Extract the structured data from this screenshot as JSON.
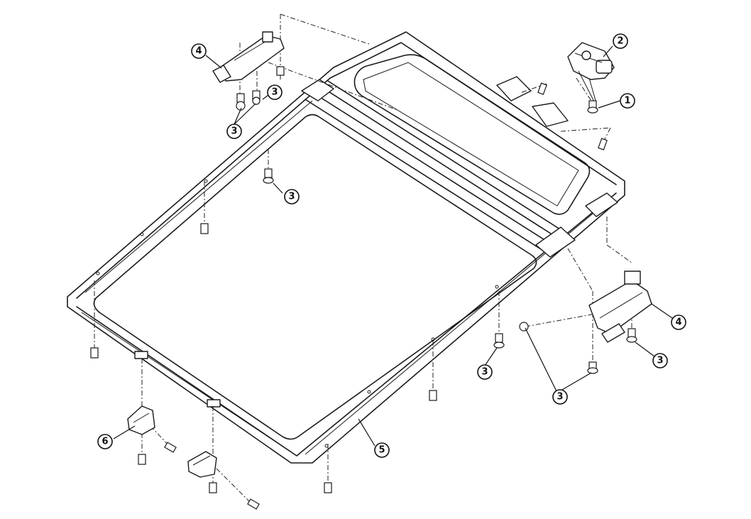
{
  "callouts": [
    {
      "id": "c1",
      "label": "1",
      "part": "bolt"
    },
    {
      "id": "c2",
      "label": "2",
      "part": "sunroof-motor"
    },
    {
      "id": "c3a",
      "label": "3",
      "part": "bolt"
    },
    {
      "id": "c3b",
      "label": "3",
      "part": "bolt"
    },
    {
      "id": "c3c",
      "label": "3",
      "part": "bolt"
    },
    {
      "id": "c3d",
      "label": "3",
      "part": "bolt"
    },
    {
      "id": "c3e",
      "label": "3",
      "part": "bolt"
    },
    {
      "id": "c3f",
      "label": "3",
      "part": "bolt"
    },
    {
      "id": "c4a",
      "label": "4",
      "part": "bracket"
    },
    {
      "id": "c4b",
      "label": "4",
      "part": "bracket"
    },
    {
      "id": "c5",
      "label": "5",
      "part": "sunroof-frame"
    },
    {
      "id": "c6",
      "label": "6",
      "part": "rear-bracket"
    }
  ]
}
